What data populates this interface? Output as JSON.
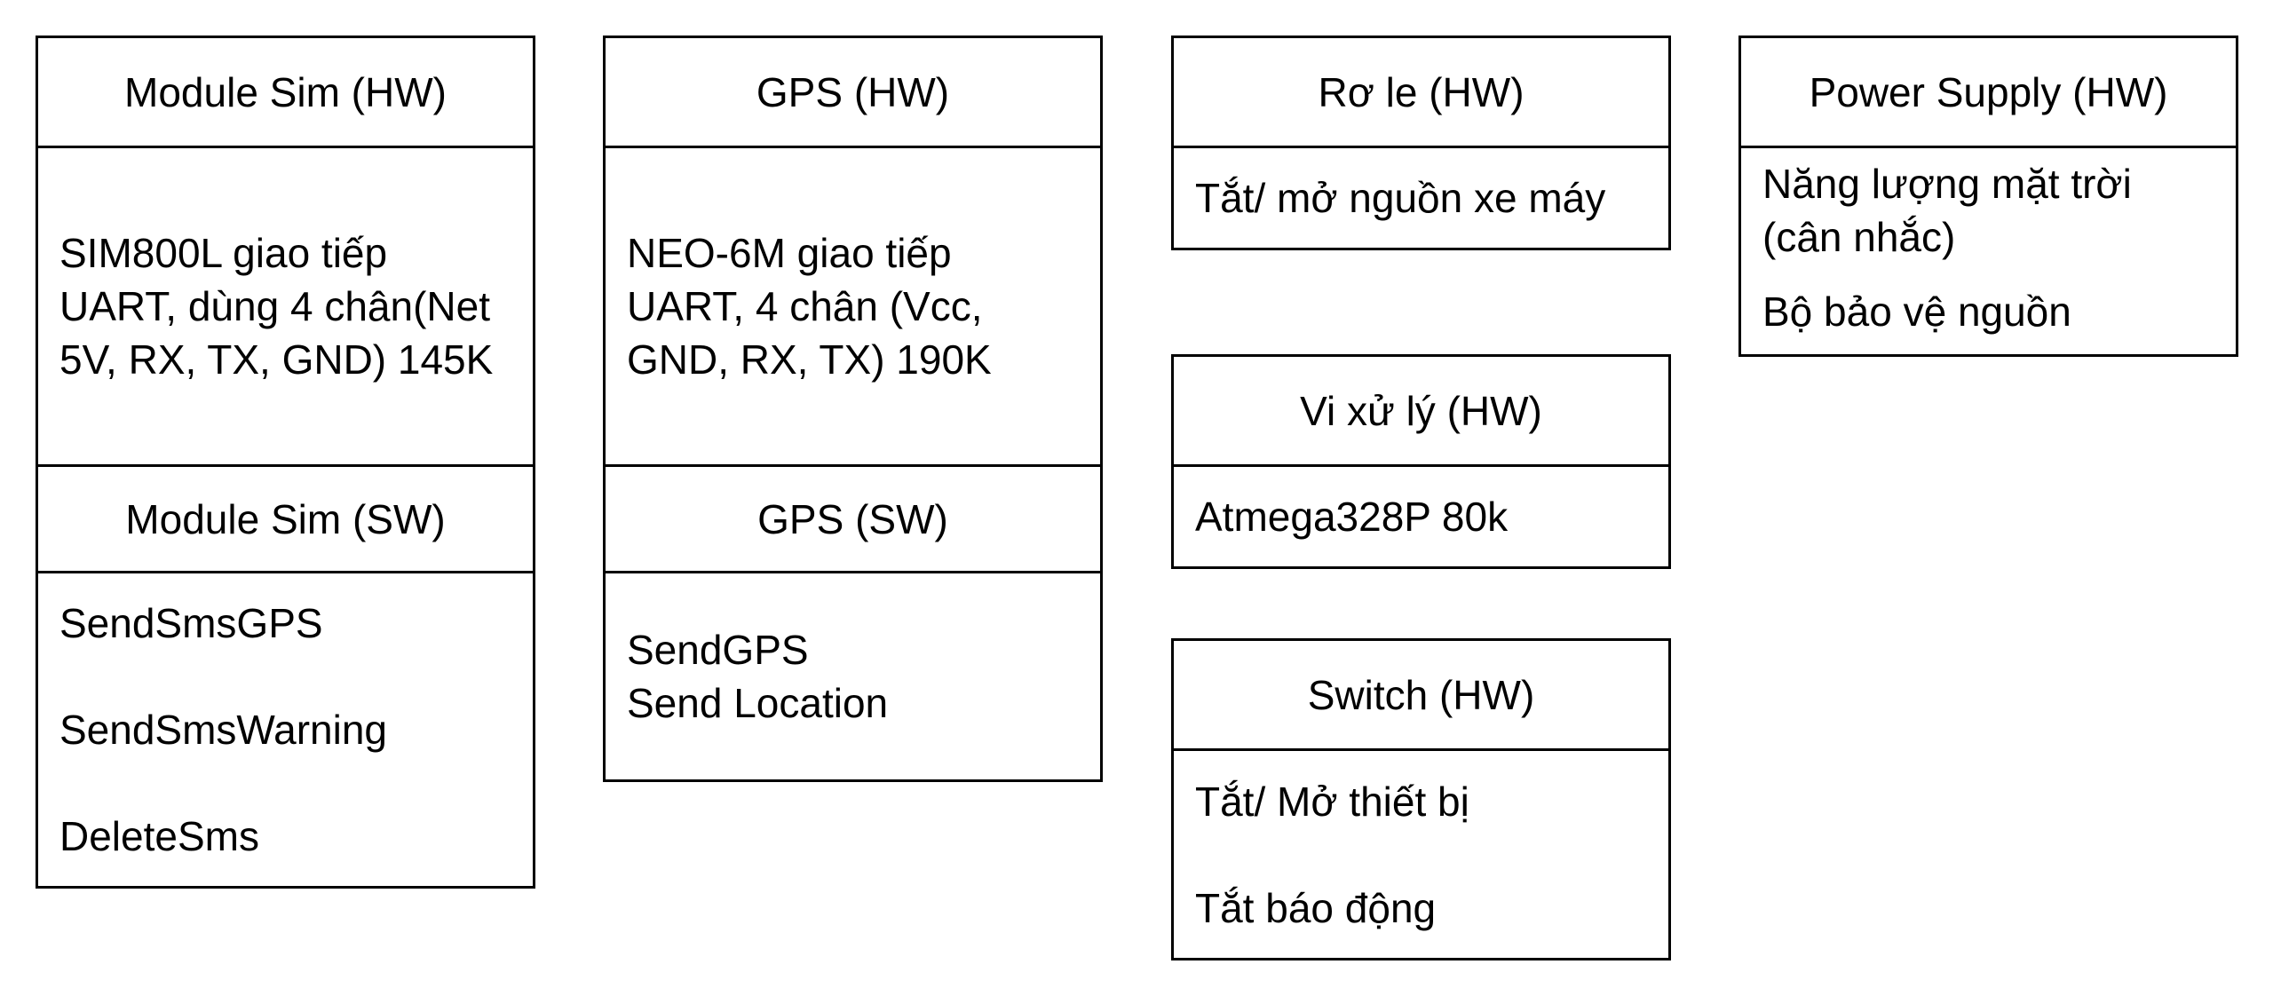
{
  "blocks": [
    {
      "id": "module-sim",
      "sections": [
        {
          "title": "Module Sim (HW)",
          "lines": [
            "SIM800L giao tiếp",
            "UART, dùng 4 chân(Net",
            "5V, RX, TX, GND) 145K"
          ]
        },
        {
          "title": "Module Sim (SW)",
          "lines": [
            "SendSmsGPS",
            "SendSmsWarning",
            "DeleteSms"
          ]
        }
      ]
    },
    {
      "id": "gps",
      "sections": [
        {
          "title": "GPS (HW)",
          "lines": [
            "NEO-6M giao tiếp",
            "UART, 4 chân  (Vcc,",
            "GND, RX, TX) 190K"
          ]
        },
        {
          "title": "GPS (SW)",
          "lines": [
            "SendGPS",
            "Send Location"
          ]
        }
      ]
    },
    {
      "id": "ro-le",
      "sections": [
        {
          "title": "Rơ le (HW)",
          "lines": [
            "Tắt/ mở nguồn xe máy"
          ]
        }
      ]
    },
    {
      "id": "vi-xu-ly",
      "sections": [
        {
          "title": "Vi xử lý (HW)",
          "lines": [
            "Atmega328P 80k"
          ]
        }
      ]
    },
    {
      "id": "switch",
      "sections": [
        {
          "title": "Switch (HW)",
          "lines": [
            "Tắt/ Mở thiết bị",
            "Tắt báo động"
          ]
        }
      ]
    },
    {
      "id": "power-supply",
      "sections": [
        {
          "title": "Power Supply (HW)",
          "lines": [
            "Năng lượng mặt trời",
            "(cân nhắc)",
            "Bộ bảo vệ nguồn"
          ]
        }
      ]
    }
  ]
}
